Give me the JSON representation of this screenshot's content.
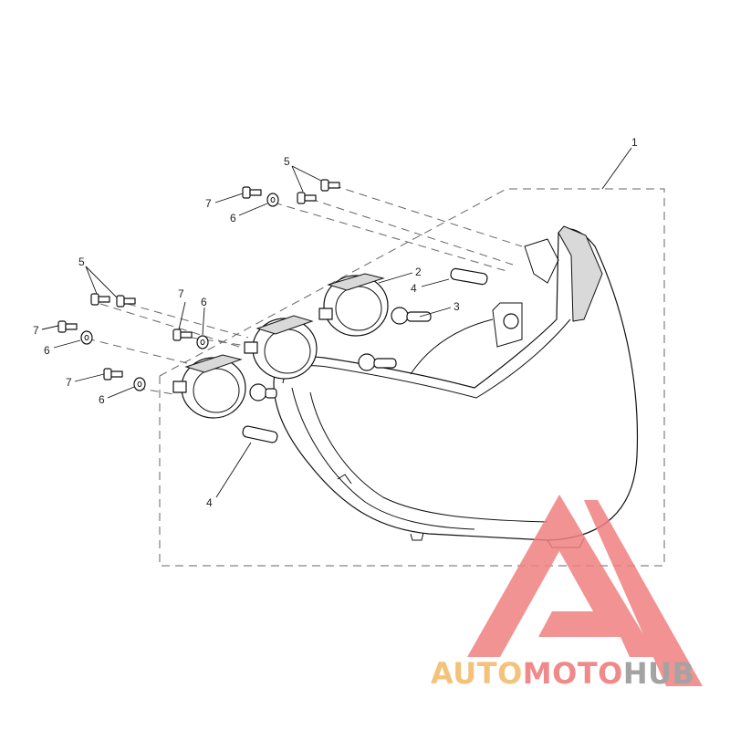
{
  "callouts": {
    "c1": "1",
    "c2": "2",
    "c3": "3",
    "c4a": "4",
    "c4b": "4",
    "c5a": "5",
    "c5b": "5",
    "c6a": "6",
    "c6b": "6",
    "c6c": "6",
    "c6d": "6",
    "c7a": "7",
    "c7b": "7",
    "c7c": "7",
    "c7d": "7"
  },
  "watermark": {
    "part1": "AUTO",
    "part2": "MOTO",
    "part3": "HUB",
    "color1": "#f4c27a",
    "color2": "#f08a8a",
    "color3": "#a3a3a3",
    "logo_color": "#f08080"
  }
}
